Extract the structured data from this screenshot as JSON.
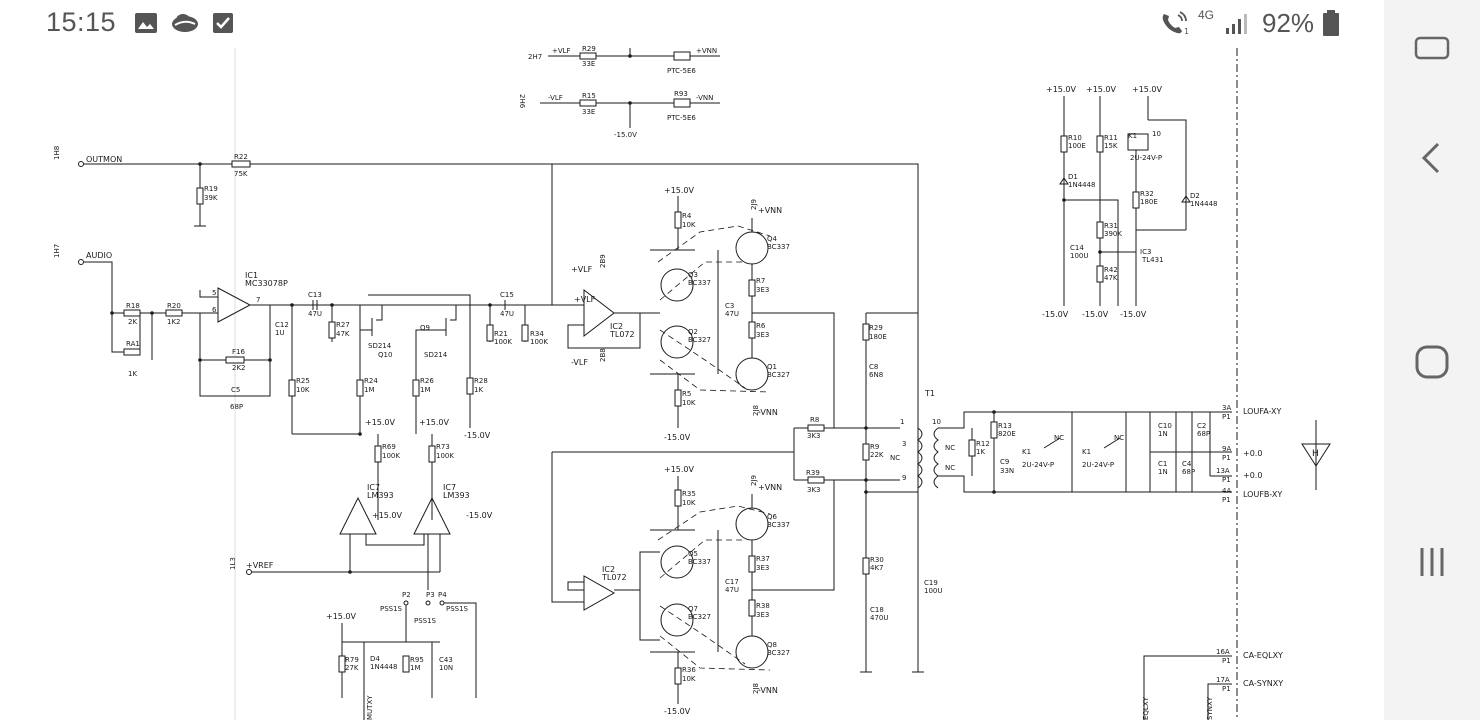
{
  "status_bar": {
    "time": "15:15",
    "network": "4G",
    "battery": "92%",
    "icons": [
      "image-icon",
      "cloud-icon",
      "checkbox-icon",
      "wifi-call-icon",
      "signal-icon",
      "battery-icon"
    ]
  },
  "nav_bar": {
    "buttons": [
      "recent-apps-icon",
      "back-icon",
      "home-icon",
      "menu-icon"
    ]
  },
  "schematic": {
    "top": {
      "n2h7": "2H7",
      "vlf_p": "+VLF",
      "r29top": "R29",
      "r29v": "33E",
      "vnn_p": "+VNN",
      "n2h6": "2H6",
      "vlf_n": "-VLF",
      "r15": "R15",
      "r15v": "33E",
      "r93": "R93",
      "vnn_n": "-VNN",
      "ptc": "PTC-5E6",
      "m15": "-15.0V"
    },
    "left": {
      "n1h8": "1H8",
      "outmon": "OUTMON",
      "r22": "R22",
      "r22v": "75K",
      "r19": "R19",
      "r19v": "39K",
      "n1h7": "1H7",
      "audio": "AUDIO",
      "r18": "R18",
      "r18v": "2K",
      "r20": "R20",
      "r20v": "1K2",
      "ra1": "RA1",
      "ra1v": "1K",
      "ic1": "IC1",
      "ic1v": "MC33078P",
      "p5": "5",
      "p6": "6",
      "p7": "7",
      "f16": "F16",
      "f16v": "2K2",
      "c5": "C5",
      "c5v": "68P",
      "c13": "C13",
      "c13v": "47U",
      "c12": "C12",
      "c12v": "1U",
      "r27": "R27",
      "r27v": "47K",
      "r25": "R25",
      "r25v": "10K",
      "sd214a": "SD214",
      "q10": "Q10",
      "q9": "Q9",
      "sd214b": "SD214",
      "r24": "R24",
      "r24v": "1M",
      "r26": "R26",
      "r26v": "1M",
      "r28": "R28",
      "r28v": "1K",
      "p15a": "+15.0V",
      "p15b": "+15.0V",
      "m15a": "-15.0V",
      "r69": "R69",
      "r69v": "100K",
      "r73": "R73",
      "r73v": "100K",
      "ic7a": "IC7",
      "ic7av": "LM393",
      "ic7b": "IC7",
      "ic7bv": "LM393",
      "p15c": "+15.0V",
      "m15b": "-15.0V",
      "n1l3": "1L3",
      "vref": "+VREF",
      "p2": "P2",
      "p3": "P3",
      "p4": "P4",
      "pss1": "PSS1S",
      "pss2": "PSS1S",
      "pss3": "PSS1S",
      "p15d": "+15.0V",
      "r79": "R79",
      "r79v": "27K",
      "d4": "D4",
      "d4v": "1N4448",
      "r95": "R95",
      "r95v": "1M",
      "c43": "C43",
      "c43v": "10N",
      "mutx": "MUTXY"
    },
    "mid": {
      "c15": "C15",
      "c15v": "47U",
      "r21": "R21",
      "r21v": "100K",
      "r34": "R34",
      "r34v": "100K",
      "vlf_p": "+VLF",
      "vlf_n": "-VLF",
      "n2b9": "2B9",
      "n2b8": "2B8",
      "ic2a": "IC2",
      "ic2av": "TL072",
      "ic2b": "IC2",
      "ic2bv": "TL072",
      "p15a": "+15.0V",
      "r4": "R4",
      "r4v": "10K",
      "q3": "Q3",
      "q3v": "BC337",
      "q2": "Q2",
      "q2v": "BC327",
      "c3": "C3",
      "c3v": "47U",
      "r5": "R5",
      "r5v": "10K",
      "m15a": "-15.0V",
      "n2j9": "2J9",
      "vnn_p": "+VNN",
      "q4": "Q4",
      "q4v": "BC337",
      "r7": "R7",
      "r7v": "3E3",
      "r6": "R6",
      "r6v": "3E3",
      "q1": "Q1",
      "q1v": "BC327",
      "n2j8": "2J8",
      "vnn_n": "-VNN",
      "p15b": "+15.0V",
      "r35": "R35",
      "r35v": "10K",
      "q5": "Q5",
      "q5v": "BC337",
      "q7": "Q7",
      "q7v": "BC327",
      "c17": "C17",
      "c17v": "47U",
      "r36": "R36",
      "r36v": "10K",
      "m15b": "-15.0V",
      "n2j9b": "2J9",
      "vnn_pb": "+VNN",
      "q6": "Q6",
      "q6v": "BC337",
      "r37": "R37",
      "r37v": "3E3",
      "r38": "R38",
      "r38v": "3E3",
      "q8": "Q8",
      "q8v": "BC327",
      "n2j8b": "2J8",
      "vnn_nb": "-VNN",
      "r8": "R8",
      "r8v": "3K3",
      "r39": "R39",
      "r39v": "3K3",
      "r29": "R29",
      "r29v": "180E",
      "c8": "C8",
      "c8v": "6N8",
      "r9": "R9",
      "r9v": "22K",
      "r30": "R30",
      "r30v": "4K7",
      "c18": "C18",
      "c18v": "470U",
      "c19": "C19",
      "c19v": "100U",
      "t1": "T1",
      "nc": "NC"
    },
    "right": {
      "p15a": "+15.0V",
      "p15b": "+15.0V",
      "p15c": "+15.0V",
      "r10": "R10",
      "r10v": "100E",
      "r11": "R11",
      "r11v": "15K",
      "k1": "K1",
      "k1v": "2U-24V-P",
      "d1": "D1",
      "d1v": "1N4448",
      "r32": "R32",
      "r32v": "180E",
      "d2": "D2",
      "d2v": "1N4448",
      "r31": "R31",
      "r31v": "390K",
      "c14": "C14",
      "c14v": "100U",
      "ic3": "IC3",
      "ic3v": "TL431",
      "r42": "R42",
      "r42v": "47K",
      "m15a": "-15.0V",
      "m15b": "-15.0V",
      "m15c": "-15.0V",
      "r12": "R12",
      "r12v": "1K",
      "r13": "R13",
      "r13v": "820E",
      "c9": "C9",
      "c9v": "33N",
      "k1a": "K1",
      "k1b": "K1",
      "nc": "NC",
      "c10": "C10",
      "c10v": "1N",
      "c2": "C2",
      "c2v": "68P",
      "c1": "C1",
      "c1v": "1N",
      "c4": "C4",
      "c4v": "68P",
      "n3a": "3A",
      "p1": "P1",
      "loufa": "LOUFA-XY",
      "n9a": "9A",
      "pz1": "+0.0",
      "n13a": "13A",
      "pz2": "+0.0",
      "n4a": "4A",
      "loufb": "LOUFB-XY",
      "n16a": "16A",
      "caeql": "CA-EQLXY",
      "n17a": "17A",
      "casyn": "CA-SYNXY",
      "eqlxy": "EQLXY",
      "synxy": "SYNXY",
      "h": "H"
    }
  }
}
